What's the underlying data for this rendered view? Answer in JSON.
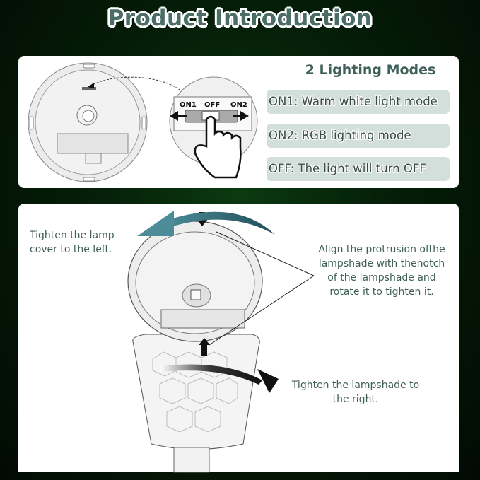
{
  "header": {
    "title": "Product Introduction"
  },
  "modes_panel": {
    "heading": "2 Lighting Modes",
    "modes": [
      {
        "label": "ON1: Warm white light mode"
      },
      {
        "label": "ON2: RGB lighting mode"
      },
      {
        "label": "OFF: The light will turn OFF"
      }
    ],
    "switch": {
      "left": "ON1",
      "middle": "OFF",
      "right": "ON2"
    }
  },
  "install_panel": {
    "cover_instruction": [
      "Tighten the lamp",
      "cover to the left."
    ],
    "align_instruction": [
      "Align the protrusion ofthe",
      "lampshade with thenotch",
      "of the lampshade and",
      "rotate it to tighten it."
    ],
    "shade_instruction": [
      "Tighten the lampshade to",
      "the right."
    ]
  },
  "colors": {
    "background": "#052008",
    "title_text": "#4a6e66",
    "mode_box": "#d3dfdb",
    "arrow_teal": "#3f7a88",
    "annotation_text": "#3f5e57"
  }
}
